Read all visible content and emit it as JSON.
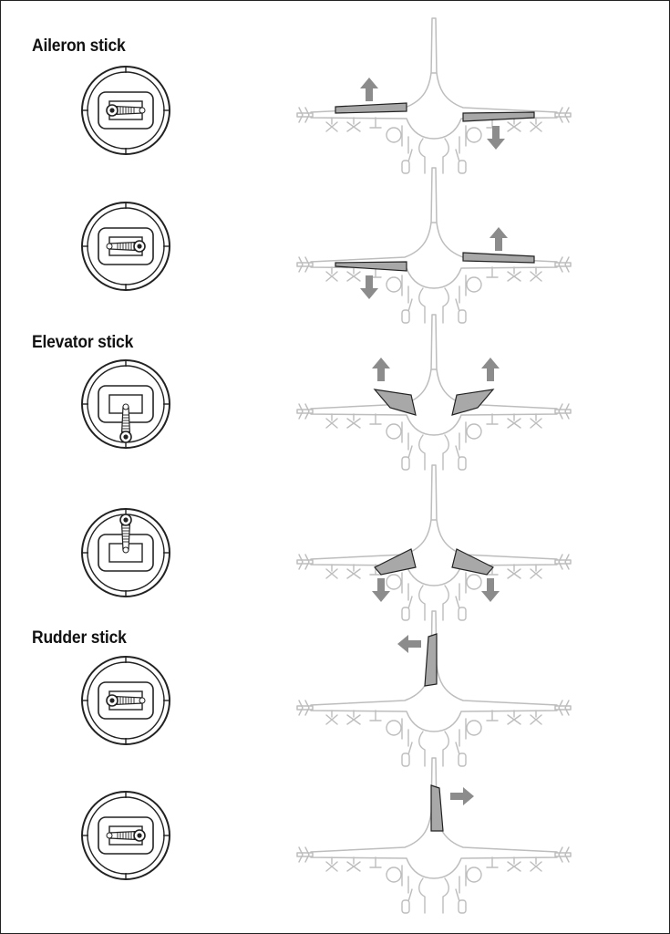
{
  "sections": [
    {
      "id": "aileron",
      "heading": "Aileron stick",
      "rows": [
        {
          "stick": "left",
          "surface": "ailerons",
          "deflection": "left-up"
        },
        {
          "stick": "right",
          "surface": "ailerons",
          "deflection": "right-up"
        }
      ]
    },
    {
      "id": "elevator",
      "heading": "Elevator stick",
      "rows": [
        {
          "stick": "down",
          "surface": "elevator",
          "deflection": "up"
        },
        {
          "stick": "up",
          "surface": "elevator",
          "deflection": "down"
        }
      ]
    },
    {
      "id": "rudder",
      "heading": "Rudder stick",
      "rows": [
        {
          "stick": "left",
          "surface": "rudder",
          "deflection": "left"
        },
        {
          "stick": "right",
          "surface": "rudder",
          "deflection": "right"
        }
      ]
    }
  ],
  "colors": {
    "outline": "#222222",
    "aircraft_outline": "#bdbdbd",
    "surface_fill": "#a8a8a8",
    "arrow_fill": "#8c8c8c",
    "background": "#ffffff"
  }
}
